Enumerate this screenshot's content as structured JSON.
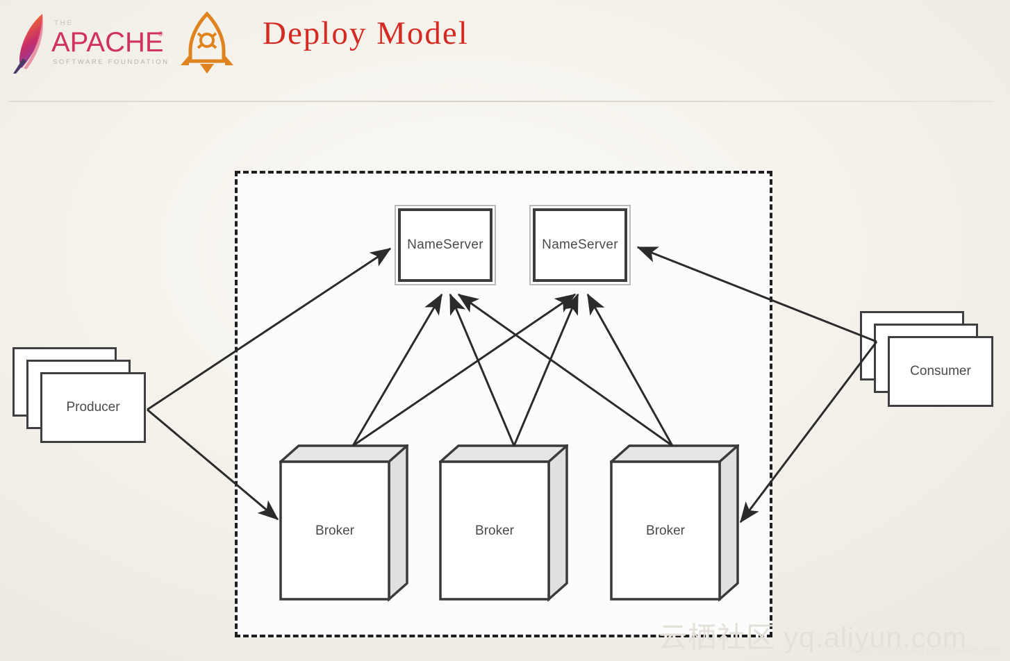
{
  "header": {
    "title": "Deploy Model",
    "title_color": "#d42a22",
    "apache_logo": {
      "icon": "apache-feather-icon",
      "the": "THE",
      "wordmark": "APACHE",
      "tagline": "SOFTWARE FOUNDATION",
      "color": "#d42a55"
    },
    "rocket_logo": {
      "icon": "rocketmq-rocket-icon",
      "color": "#e0821e"
    }
  },
  "diagram": {
    "type": "deployment-architecture",
    "cluster_boundary": {
      "style": "dashed",
      "color": "#1f1f1f",
      "fill": "#fcfcfd"
    },
    "nameservers": [
      {
        "id": "ns1",
        "label": "NameServer"
      },
      {
        "id": "ns2",
        "label": "NameServer"
      }
    ],
    "brokers": [
      {
        "id": "broker1",
        "label": "Broker"
      },
      {
        "id": "broker2",
        "label": "Broker"
      },
      {
        "id": "broker3",
        "label": "Broker"
      }
    ],
    "clients": [
      {
        "id": "producer",
        "label": "Producer",
        "side": "left",
        "stack_count": 3
      },
      {
        "id": "consumer",
        "label": "Consumer",
        "side": "right",
        "stack_count": 3
      }
    ],
    "connections": [
      {
        "from": "producer",
        "to": "ns1",
        "direction": "to"
      },
      {
        "from": "producer",
        "to": "broker1",
        "direction": "to"
      },
      {
        "from": "broker1",
        "to": "ns1",
        "direction": "to"
      },
      {
        "from": "broker1",
        "to": "ns2",
        "direction": "to"
      },
      {
        "from": "broker2",
        "to": "ns1",
        "direction": "to"
      },
      {
        "from": "broker2",
        "to": "ns2",
        "direction": "to"
      },
      {
        "from": "broker3",
        "to": "ns1",
        "direction": "to"
      },
      {
        "from": "broker3",
        "to": "ns2",
        "direction": "to"
      },
      {
        "from": "consumer",
        "to": "ns2",
        "direction": "to"
      },
      {
        "from": "consumer",
        "to": "broker3",
        "direction": "to"
      }
    ]
  },
  "watermark": {
    "main": "云栖社区 yq.aliyun.com",
    "sub": "https://blog.csdn.net/javahongxi"
  }
}
